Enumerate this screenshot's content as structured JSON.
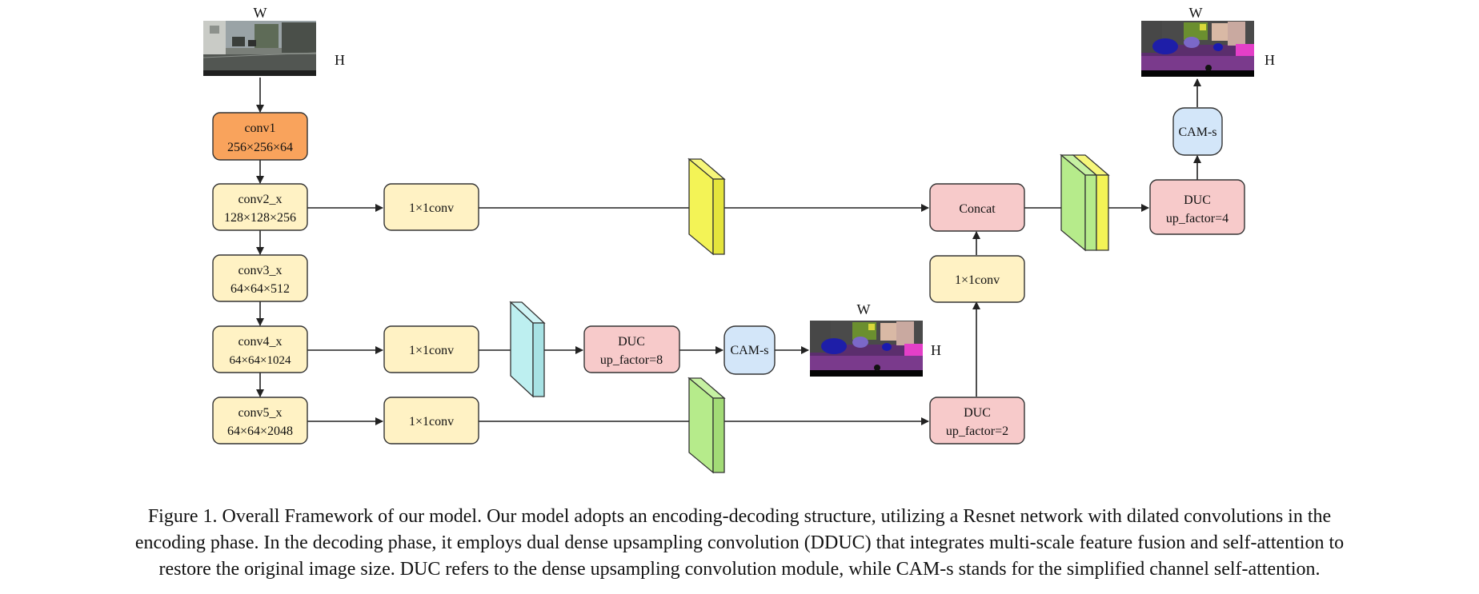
{
  "colors": {
    "encoder_conv1": "#F9A35C",
    "encoder_block": "#FFF2C4",
    "conv_1x1": "#FFF2C4",
    "duc": "#F7CACA",
    "concat": "#F7CACA",
    "cam": "#D3E6F9",
    "feature_yellow": "#F3F356",
    "feature_cyan": "#BDEFF0",
    "feature_green": "#B6EB8B",
    "stroke": "#333333"
  },
  "encoder": {
    "conv1": {
      "name": "conv1",
      "dims": "256×256×64"
    },
    "conv2": {
      "name": "conv2_x",
      "dims": "128×128×256"
    },
    "conv3": {
      "name": "conv3_x",
      "dims": "64×64×512"
    },
    "conv4": {
      "name": "conv4_x",
      "dims": "64×64×1024"
    },
    "conv5": {
      "name": "conv5_x",
      "dims": "64×64×2048"
    }
  },
  "blocks": {
    "conv1x1": "1×1conv",
    "duc8_name": "DUC",
    "duc8_factor": "up_factor=8",
    "duc2_name": "DUC",
    "duc2_factor": "up_factor=2",
    "duc4_name": "DUC",
    "duc4_factor": "up_factor=4",
    "concat": "Concat",
    "cam": "CAM-s"
  },
  "image_labels": {
    "w": "W",
    "h": "H"
  },
  "caption": {
    "line1": "Figure 1. Overall Framework of our model. Our model adopts an encoding-decoding structure, utilizing a Resnet network with dilated convolutions in the",
    "line2": "encoding phase. In the decoding phase, it employs dual dense upsampling convolution (DDUC) that integrates multi-scale feature fusion and self-attention to",
    "line3": "restore the original image size. DUC refers to the dense upsampling convolution module, while CAM-s stands for the simplified channel self-attention."
  }
}
